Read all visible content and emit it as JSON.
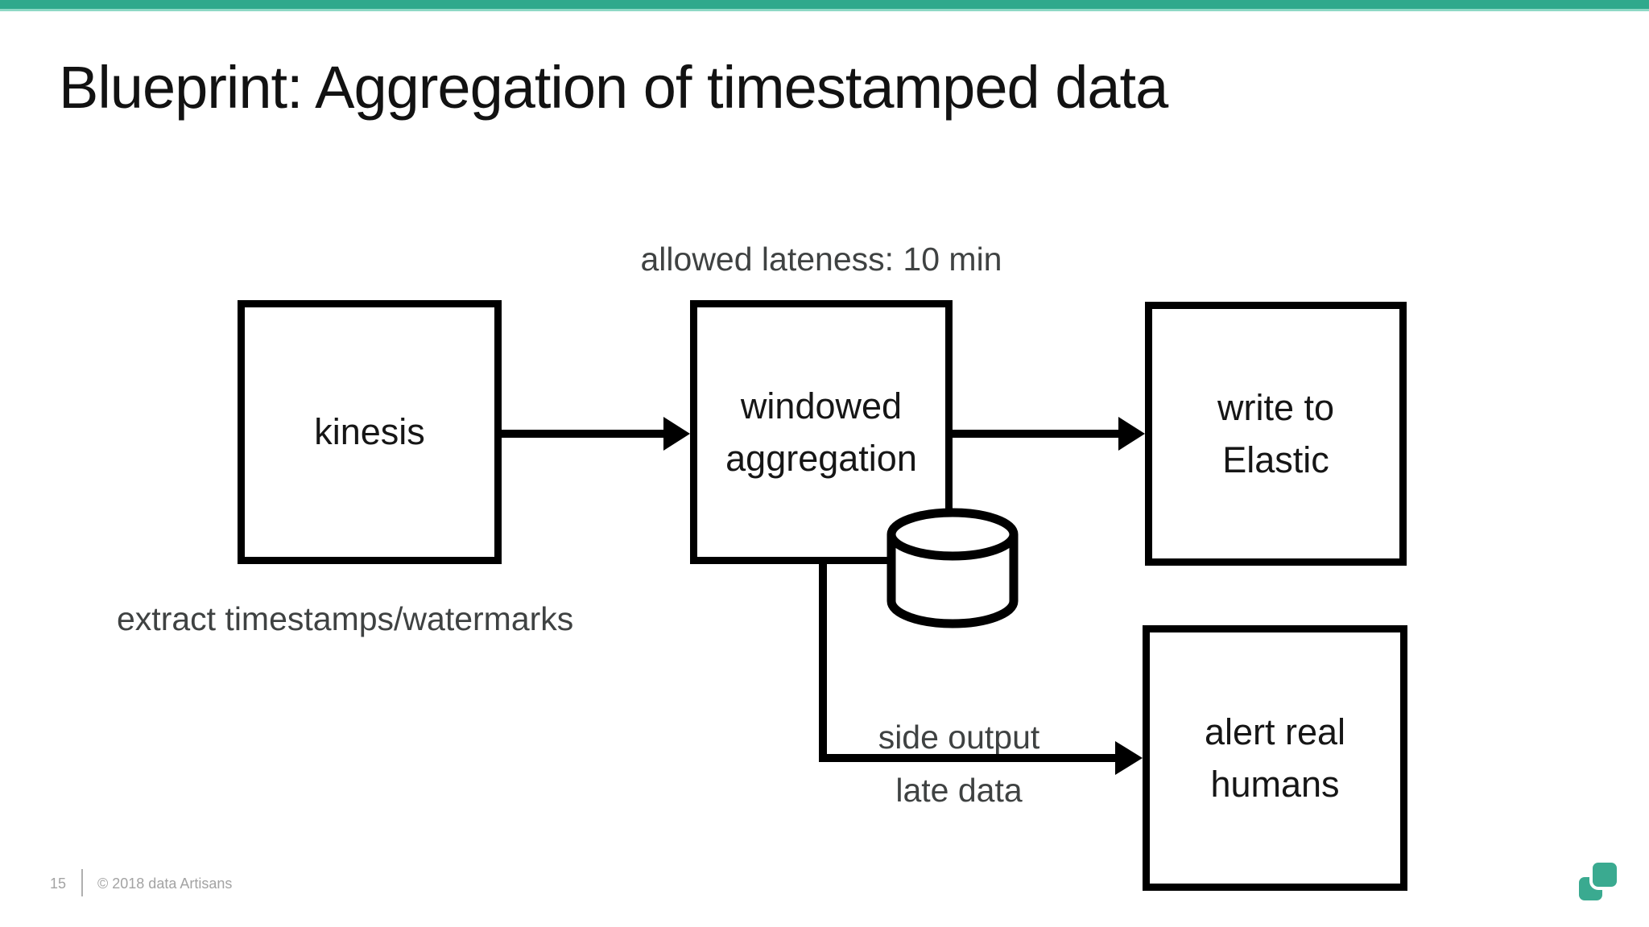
{
  "slide": {
    "title": "Blueprint: Aggregation of timestamped data",
    "footer": {
      "page_number": "15",
      "copyright": "© 2018 data Artisans"
    }
  },
  "diagram": {
    "nodes": [
      {
        "id": "kinesis",
        "label": "kinesis",
        "label_lines": [
          "kinesis"
        ]
      },
      {
        "id": "windowed-aggregation",
        "label": "windowed aggregation",
        "label_lines": [
          "windowed",
          "aggregation"
        ]
      },
      {
        "id": "write-to-elastic",
        "label": "write to Elastic",
        "label_lines": [
          "write to",
          "Elastic"
        ]
      },
      {
        "id": "alert-real-humans",
        "label": "alert real humans",
        "label_lines": [
          "alert real",
          "humans"
        ]
      }
    ],
    "annotations": {
      "allowed_lateness": "allowed lateness: 10 min",
      "extract_timestamps": "extract timestamps/watermarks",
      "side_output": "side output",
      "late_data": "late data"
    },
    "icons": {
      "state_store": "database-cylinder-icon",
      "logo": "data-artisans-logo"
    }
  },
  "colors": {
    "accent_bar": "#2fa98c",
    "accent_bar_edge": "#8ed9c6",
    "logo_teal": "#3aaa90",
    "label_gray": "#3f4242",
    "footer_gray": "#a3a3a3",
    "line_black": "#000000"
  }
}
